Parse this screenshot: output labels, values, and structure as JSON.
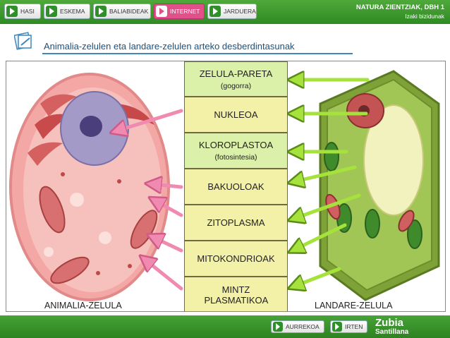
{
  "nav": {
    "buttons": [
      {
        "label": "HASI"
      },
      {
        "label": "ESKEMA"
      },
      {
        "label": "BALIABIDEAK"
      },
      {
        "label": "INTERNET"
      },
      {
        "label": "JARDUERA"
      }
    ],
    "active": "INTERNET"
  },
  "brand": {
    "title": "NATURA ZIENTZIAK, DBH 1",
    "subtitle": "Izaki bizidunak"
  },
  "page": {
    "title": "Animalia-zelulen eta landare-zelulen arteko desberdintasunak"
  },
  "labels": [
    {
      "main": "ZELULA-PARETA",
      "sub": "(gogorra)",
      "kind": "plant"
    },
    {
      "main": "NUKLEOA",
      "sub": "",
      "kind": "both"
    },
    {
      "main": "KLOROPLASTOA",
      "sub": "(fotosintesia)",
      "kind": "plant"
    },
    {
      "main": "BAKUOLOAK",
      "sub": "",
      "kind": "both"
    },
    {
      "main": "ZITOPLASMA",
      "sub": "",
      "kind": "both"
    },
    {
      "main": "MITOKONDRIOAK",
      "sub": "",
      "kind": "both"
    },
    {
      "main": "MINTZ PLASMATIKOA",
      "sub": "",
      "kind": "both"
    }
  ],
  "captions": {
    "animal": "ANIMALIA-ZELULA",
    "plant": "LANDARE-ZELULA"
  },
  "footer": {
    "back_label": "AURREKOA",
    "exit_label": "IRTEN"
  },
  "logo": {
    "line1": "Zubia",
    "line2": "Santillana"
  },
  "colors": {
    "green_bar": "#3b9a2d",
    "active_tab": "#e2508a",
    "animal_arrow": "#f08ab0",
    "plant_arrow": "#a6e23c",
    "label_fill": "#f3f0a8",
    "label_fill_plant": "#dbf0a8"
  }
}
